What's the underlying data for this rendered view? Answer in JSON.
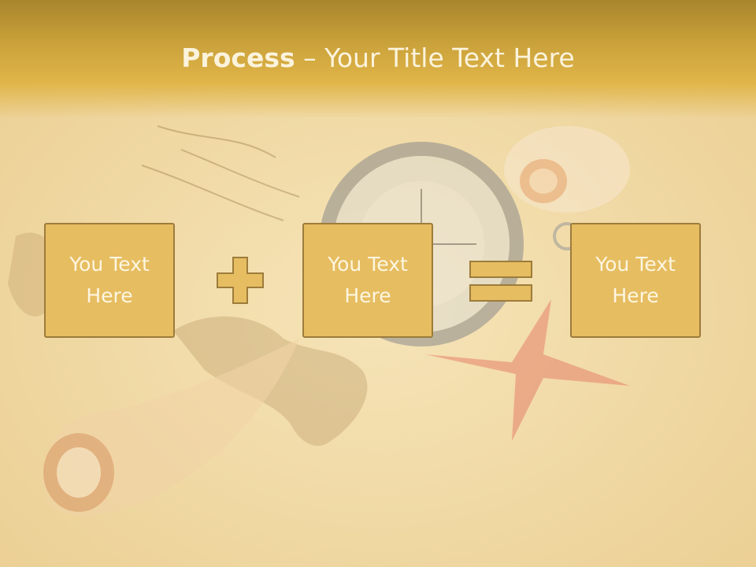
{
  "slide": {
    "title_bold": "Process",
    "title_rest": " – Your Title Text Here",
    "boxes": [
      {
        "text": "You Text\nHere"
      },
      {
        "text": "You Text\nHere"
      },
      {
        "text": "You Text\nHere"
      }
    ],
    "operators": [
      "plus-icon",
      "equals-icon"
    ]
  },
  "colors": {
    "header": "#c9a13a",
    "box_fill": "#e6bd61",
    "box_border": "#9d7c3b",
    "background": "#f2dca8"
  }
}
